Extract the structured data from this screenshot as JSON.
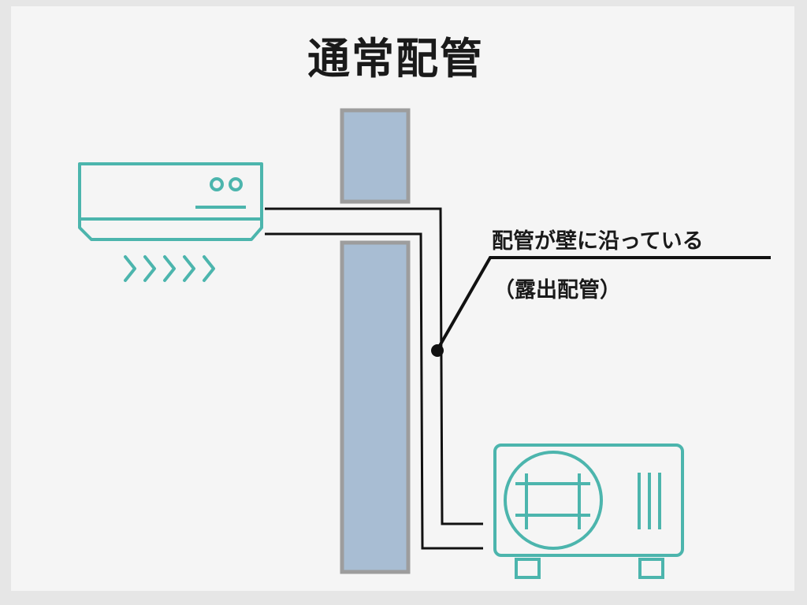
{
  "title": "通常配管",
  "callout": {
    "main": "配管が壁に沿っている",
    "sub": "（露出配管）"
  },
  "colors": {
    "background": "#f5f5f5",
    "frame": "#e6e6e6",
    "unit_stroke": "#4cb5ad",
    "wall_fill": "#a8bdd3",
    "wall_stroke": "#9d9d9d",
    "pipe": "#111111",
    "text": "#1a1a1a"
  },
  "icons": {
    "indoor": "air-conditioner-indoor-unit-icon",
    "outdoor": "air-conditioner-outdoor-unit-icon",
    "airflow": "airflow-chevrons-icon"
  }
}
